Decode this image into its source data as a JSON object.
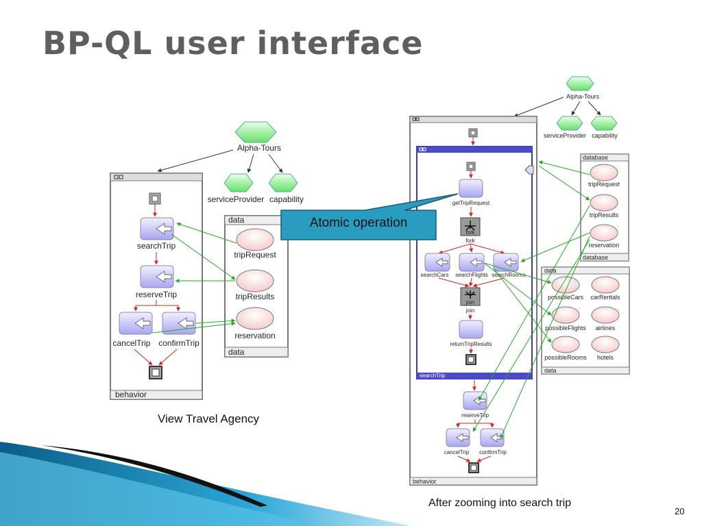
{
  "slide": {
    "title": "BP-QL user interface",
    "page_number": "20",
    "caption_left": "View Travel Agency",
    "caption_right": "After zooming into search trip",
    "callout": "Atomic operation"
  },
  "left_diagram": {
    "root": "Alpha-Tours",
    "root_children": [
      "serviceProvider",
      "capability"
    ],
    "behavior_label": "behavior",
    "activities": [
      "searchTrip",
      "reserveTrip",
      "cancelTrip",
      "confirmTrip"
    ],
    "data_header": "data",
    "data_footer": "data",
    "data_items": [
      "tripRequest",
      "tripResults",
      "reservation"
    ]
  },
  "right_diagram": {
    "root": "Alpha-Tours",
    "root_children": [
      "serviceProvider",
      "capability"
    ],
    "behavior_label": "behavior",
    "inner_label": "searchTrip",
    "inner_nodes": [
      "getTripRequest",
      "fork",
      "searchCars",
      "searchFlights",
      "searchRooms",
      "join",
      "returnTripResults"
    ],
    "fork_icon_text": "fork",
    "join_icon_text": "join",
    "outer_nodes": [
      "reserveTrip",
      "cancelTrip",
      "confirmTrip"
    ],
    "database_header": "database",
    "database_footer": "database",
    "database_items": [
      "tripRequest",
      "tripResults",
      "reservation"
    ],
    "data_header": "data",
    "data_footer": "data",
    "data_items": [
      "possibleCars",
      "carRentals",
      "possibleFlights",
      "airlines",
      "possibleRooms",
      "hotels"
    ]
  }
}
